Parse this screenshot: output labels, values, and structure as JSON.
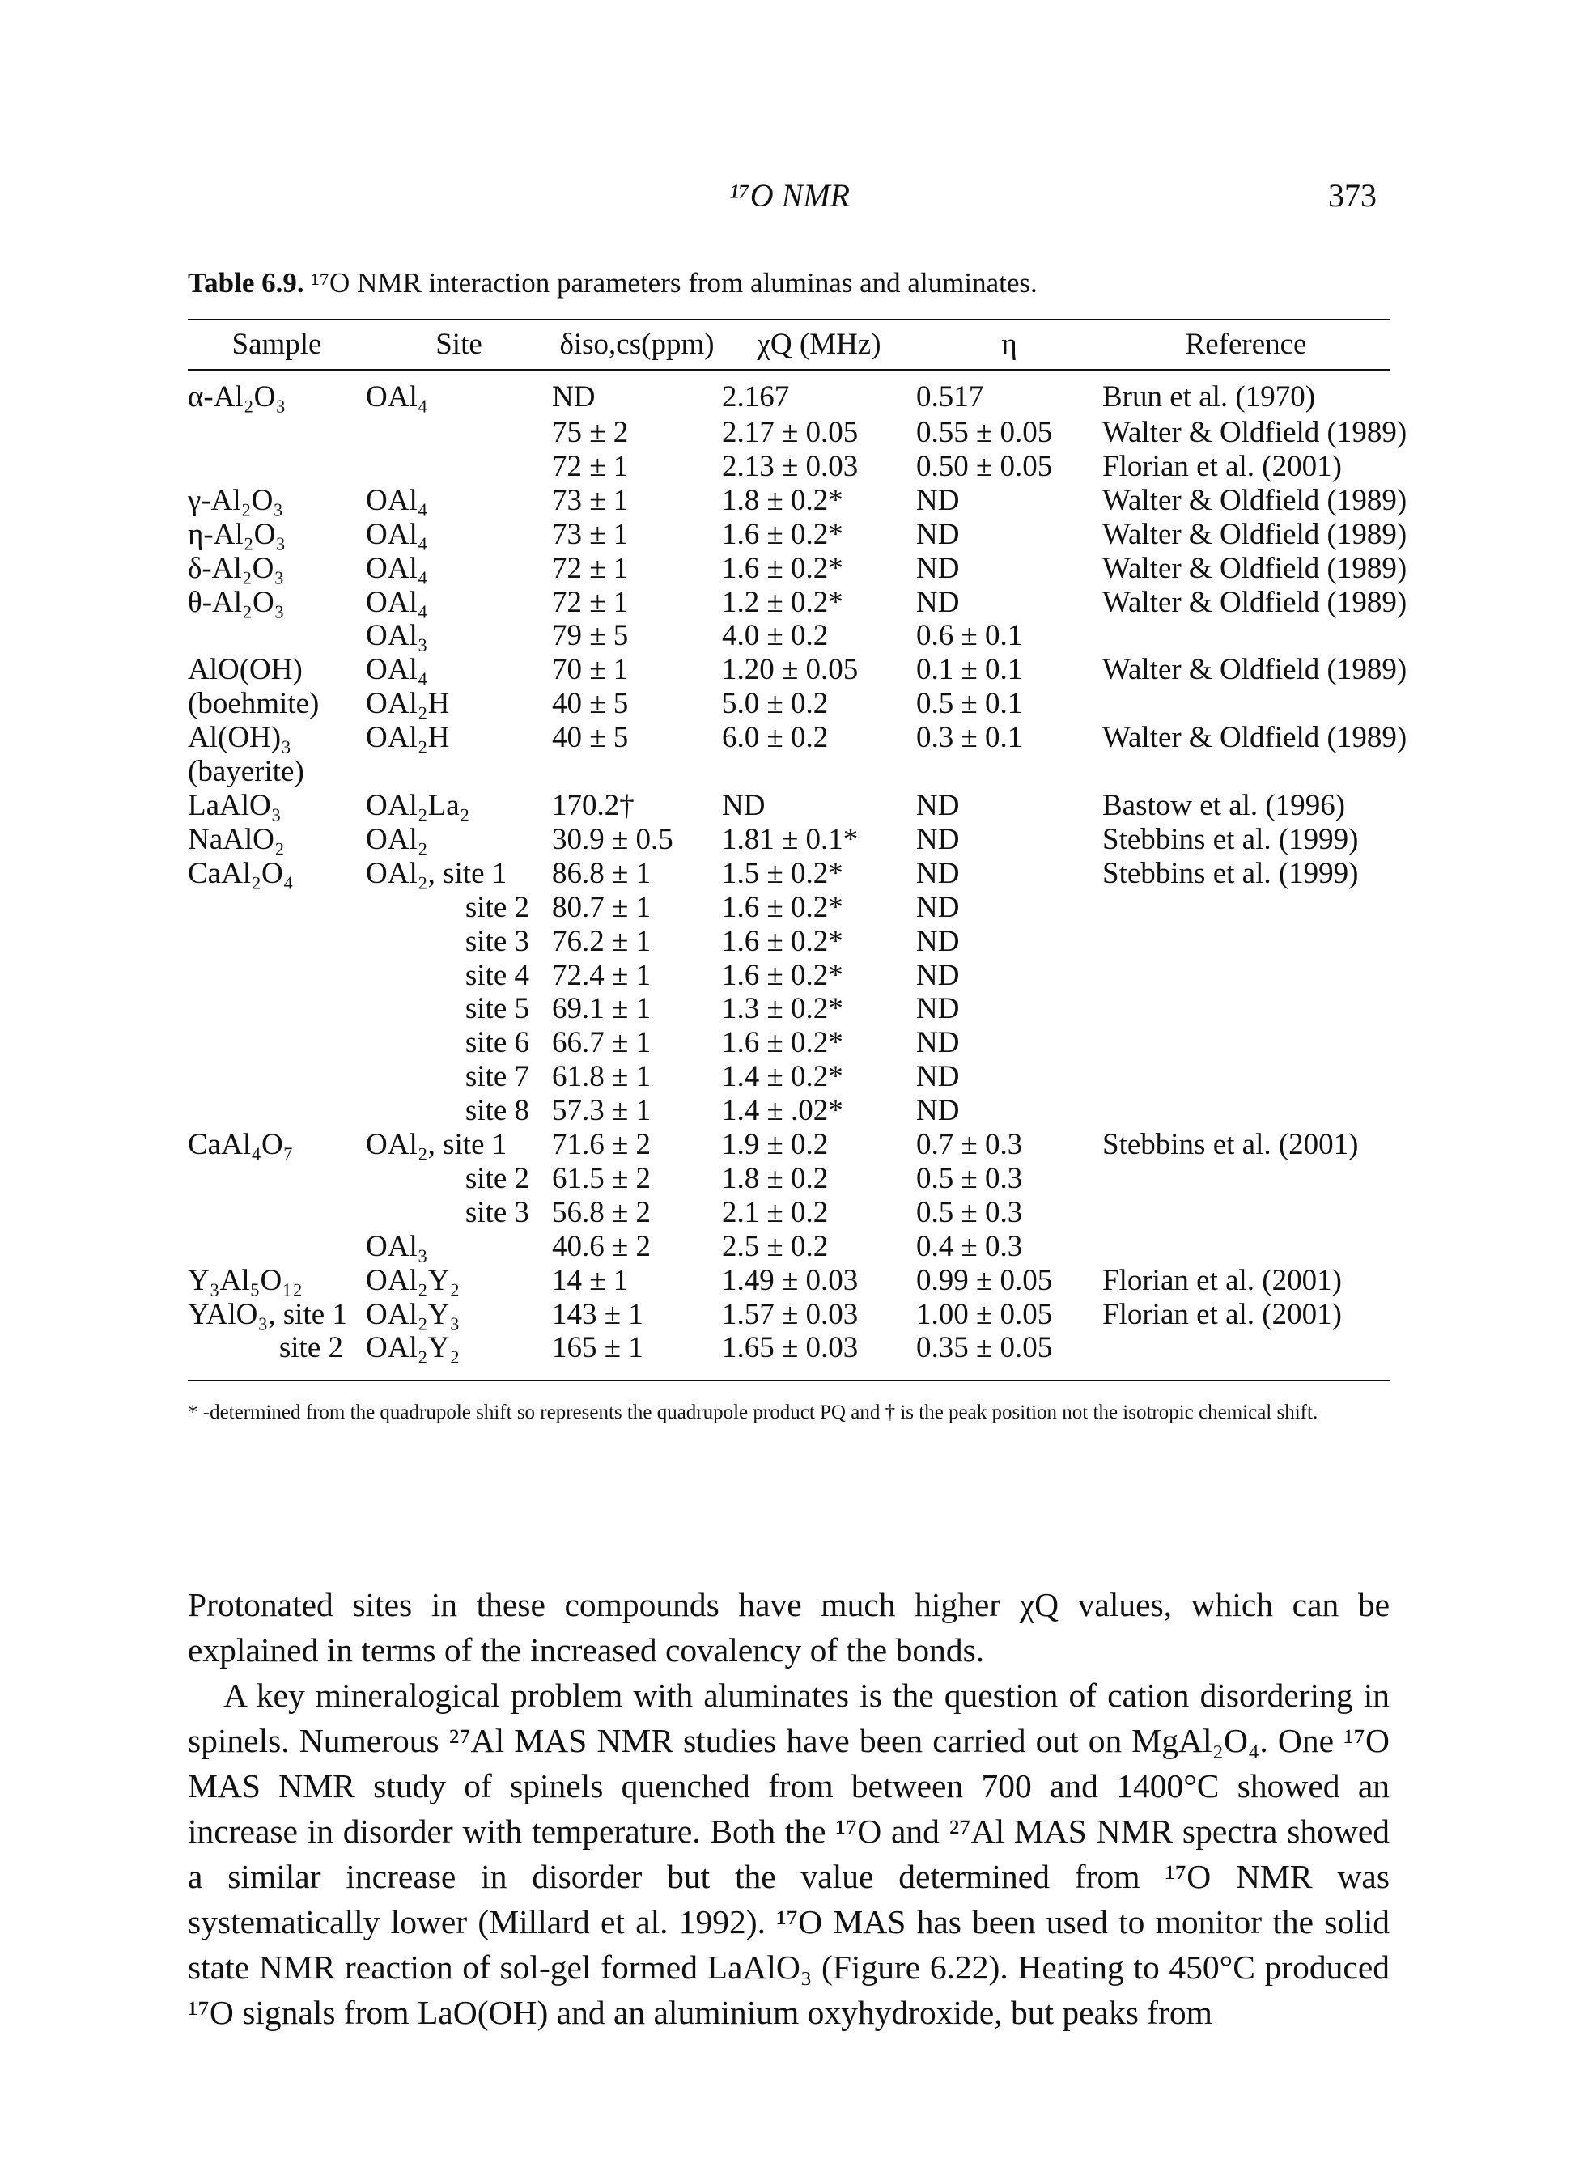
{
  "header": {
    "running_title": "¹⁷O NMR",
    "page_number": "373"
  },
  "table": {
    "caption_label": "Table 6.9.",
    "caption_text": "¹⁷O NMR interaction parameters from aluminas and aluminates.",
    "columns": [
      "Sample",
      "Site",
      "δiso,cs(ppm)",
      "χQ (MHz)",
      "η",
      "Reference"
    ],
    "rows": [
      [
        "α-Al₂O₃",
        "OAl₄",
        "ND",
        "2.167",
        "0.517",
        "Brun et al. (1970)"
      ],
      [
        "",
        "",
        "75 ± 2",
        "2.17 ± 0.05",
        "0.55 ± 0.05",
        "Walter & Oldfield (1989)"
      ],
      [
        "",
        "",
        "72 ± 1",
        "2.13 ± 0.03",
        "0.50 ± 0.05",
        "Florian et al. (2001)"
      ],
      [
        "γ-Al₂O₃",
        "OAl₄",
        "73 ± 1",
        "1.8 ± 0.2*",
        "ND",
        "Walter & Oldfield (1989)"
      ],
      [
        "η-Al₂O₃",
        "OAl₄",
        "73 ± 1",
        "1.6 ± 0.2*",
        "ND",
        "Walter & Oldfield (1989)"
      ],
      [
        "δ-Al₂O₃",
        "OAl₄",
        "72 ± 1",
        "1.6 ± 0.2*",
        "ND",
        "Walter & Oldfield (1989)"
      ],
      [
        "θ-Al₂O₃",
        "OAl₄",
        "72 ± 1",
        "1.2 ± 0.2*",
        "ND",
        "Walter & Oldfield (1989)"
      ],
      [
        "",
        "OAl₃",
        "79 ± 5",
        "4.0 ± 0.2",
        "0.6 ± 0.1",
        ""
      ],
      [
        "AlO(OH)",
        "OAl₄",
        "70 ± 1",
        "1.20 ± 0.05",
        "0.1 ± 0.1",
        "Walter & Oldfield (1989)"
      ],
      [
        "(boehmite)",
        "OAl₂H",
        "40 ± 5",
        "5.0 ± 0.2",
        "0.5 ± 0.1",
        ""
      ],
      [
        "Al(OH)₃",
        "OAl₂H",
        "40 ± 5",
        "6.0 ± 0.2",
        "0.3 ± 0.1",
        "Walter & Oldfield (1989)"
      ],
      [
        "(bayerite)",
        "",
        "",
        "",
        "",
        ""
      ],
      [
        "LaAlO₃",
        "OAl₂La₂",
        "170.2†",
        "ND",
        "ND",
        "Bastow et al. (1996)"
      ],
      [
        "NaAlO₂",
        "OAl₂",
        "30.9 ± 0.5",
        "1.81 ± 0.1*",
        "ND",
        "Stebbins et al. (1999)"
      ],
      [
        "CaAl₂O₄",
        "OAl₂, site 1",
        "86.8 ± 1",
        "1.5 ± 0.2*",
        "ND",
        "Stebbins et al. (1999)"
      ],
      [
        "",
        "site 2",
        "80.7 ± 1",
        "1.6 ± 0.2*",
        "ND",
        ""
      ],
      [
        "",
        "site 3",
        "76.2 ± 1",
        "1.6 ± 0.2*",
        "ND",
        ""
      ],
      [
        "",
        "site 4",
        "72.4 ± 1",
        "1.6 ± 0.2*",
        "ND",
        ""
      ],
      [
        "",
        "site 5",
        "69.1 ± 1",
        "1.3 ± 0.2*",
        "ND",
        ""
      ],
      [
        "",
        "site 6",
        "66.7 ± 1",
        "1.6 ± 0.2*",
        "ND",
        ""
      ],
      [
        "",
        "site 7",
        "61.8 ± 1",
        "1.4 ± 0.2*",
        "ND",
        ""
      ],
      [
        "",
        "site 8",
        "57.3 ± 1",
        "1.4 ± .02*",
        "ND",
        ""
      ],
      [
        "CaAl₄O₇",
        "OAl₂, site 1",
        "71.6 ± 2",
        "1.9 ± 0.2",
        "0.7 ± 0.3",
        "Stebbins et al. (2001)"
      ],
      [
        "",
        "site 2",
        "61.5 ± 2",
        "1.8 ± 0.2",
        "0.5 ± 0.3",
        ""
      ],
      [
        "",
        "site 3",
        "56.8 ± 2",
        "2.1 ± 0.2",
        "0.5 ± 0.3",
        ""
      ],
      [
        "",
        "OAl₃",
        "40.6 ± 2",
        "2.5 ± 0.2",
        "0.4 ± 0.3",
        ""
      ],
      [
        "Y₃Al₅O₁₂",
        "OAl₂Y₂",
        "14 ± 1",
        "1.49 ± 0.03",
        "0.99 ± 0.05",
        "Florian et al. (2001)"
      ],
      [
        "YAlO₃, site 1",
        "OAl₂Y₃",
        "143 ± 1",
        "1.57 ± 0.03",
        "1.00 ± 0.05",
        "Florian et al. (2001)"
      ],
      [
        "site 2",
        "OAl₂Y₂",
        "165 ± 1",
        "1.65 ± 0.03",
        "0.35 ± 0.05",
        ""
      ]
    ],
    "footnote": "* -determined from the quadrupole shift so represents the quadrupole product PQ and † is the peak position not the isotropic chemical shift."
  },
  "body": {
    "paragraph_1": "Protonated sites in these compounds have much higher χQ values, which can be explained in terms of the increased covalency of the bonds.",
    "paragraph_2": "A key mineralogical problem with aluminates is the question of cation disordering in spinels. Numerous ²⁷Al MAS NMR studies have been carried out on MgAl₂O₄. One ¹⁷O MAS NMR study of spinels quenched from between 700 and 1400°C showed an increase in disorder with temperature. Both the ¹⁷O and ²⁷Al MAS NMR spectra showed a similar increase in disorder but the value determined from ¹⁷O NMR was systematically lower (Millard et al. 1992). ¹⁷O MAS has been used to monitor the solid state NMR reaction of sol-gel formed LaAlO₃ (Figure 6.22). Heating to 450°C produced ¹⁷O signals from LaO(OH) and an aluminium oxyhydroxide, but peaks from"
  }
}
